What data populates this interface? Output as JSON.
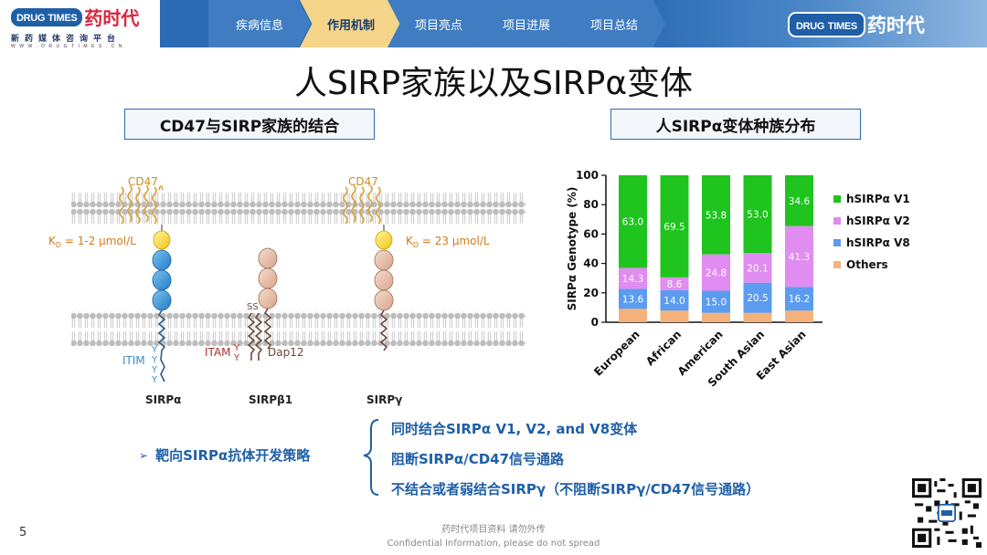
{
  "header": {
    "logo_left": {
      "badge": "DRUG",
      "badge_suffix": "TIMES",
      "name_cn": "药时代",
      "subtitle": "新药媒体咨询平台",
      "url": "WWW.DRUGTIMES.CN"
    },
    "nav": [
      {
        "label": "疾病信息",
        "active": false
      },
      {
        "label": "作用机制",
        "active": true
      },
      {
        "label": "项目亮点",
        "active": false
      },
      {
        "label": "项目进展",
        "active": false
      },
      {
        "label": "项目总结",
        "active": false
      }
    ],
    "logo_right": {
      "badge": "DRUG",
      "badge_suffix": "TIMES",
      "name_cn": "药时代"
    }
  },
  "title": "人SIRP家族以及SIRPα变体",
  "left_section": {
    "heading": "CD47与SIRP家族的结合",
    "cd47_left": "CD47",
    "cd47_right": "CD47",
    "kd_left_prefix": "K",
    "kd_left_sub": "D",
    "kd_left_value": " = 1-2 μmol/L",
    "kd_right_prefix": "K",
    "kd_right_sub": "D",
    "kd_right_value": " = 23 μmol/L",
    "itim": "ITIM",
    "itam": "ITAM",
    "dap12": "Dap12",
    "ss": "SS",
    "labels": [
      "SIRPα",
      "SIRPβ1",
      "SIRPγ"
    ]
  },
  "right_section": {
    "heading": "人SIRPα变体种族分布"
  },
  "chart_data": {
    "type": "bar",
    "stacked": true,
    "ylabel": "SIRPα Genotype (%)",
    "ylim": [
      0,
      100
    ],
    "yticks": [
      0,
      20,
      40,
      60,
      80,
      100
    ],
    "categories": [
      "European",
      "African",
      "American",
      "South Asian",
      "East Asian"
    ],
    "series": [
      {
        "name": "Others",
        "color": "#f4b27a",
        "values": [
          9.1,
          7.9,
          6.4,
          6.4,
          7.9
        ],
        "labels": [
          "",
          "",
          "",
          "",
          ""
        ]
      },
      {
        "name": "hSIRPα V8",
        "color": "#5b9cf0",
        "values": [
          13.6,
          14.0,
          15.0,
          20.5,
          16.2
        ],
        "labels": [
          "13.6",
          "14.0",
          "15.0",
          "20.5",
          "16.2"
        ]
      },
      {
        "name": "hSIRPα V2",
        "color": "#e08cf0",
        "values": [
          14.3,
          8.6,
          24.8,
          20.1,
          41.3
        ],
        "labels": [
          "14.3",
          "8.6",
          "24.8",
          "20.1",
          "41.3"
        ]
      },
      {
        "name": "hSIRPα V1",
        "color": "#1fc41f",
        "values": [
          63.0,
          69.5,
          53.8,
          53.0,
          34.6
        ],
        "labels": [
          "63.0",
          "69.5",
          "53.8",
          "53.0",
          "34.6"
        ]
      }
    ],
    "legend_order": [
      "hSIRPα V1",
      "hSIRPα V2",
      "hSIRPα V8",
      "Others"
    ],
    "legend_position": "right"
  },
  "strategy": {
    "label": "靶向SIRPα抗体开发策略",
    "arrow": "➢",
    "items": [
      "同时结合SIRPα V1, V2, and V8变体",
      "阻断SIRPα/CD47信号通路",
      "不结合或者弱结合SIRPγ（不阻断SIRPγ/CD47信号通路）"
    ]
  },
  "page_number": "5",
  "footer": {
    "line1": "药时代项目资料 请勿外传",
    "line2": "Confidential Information, please do not spread"
  }
}
